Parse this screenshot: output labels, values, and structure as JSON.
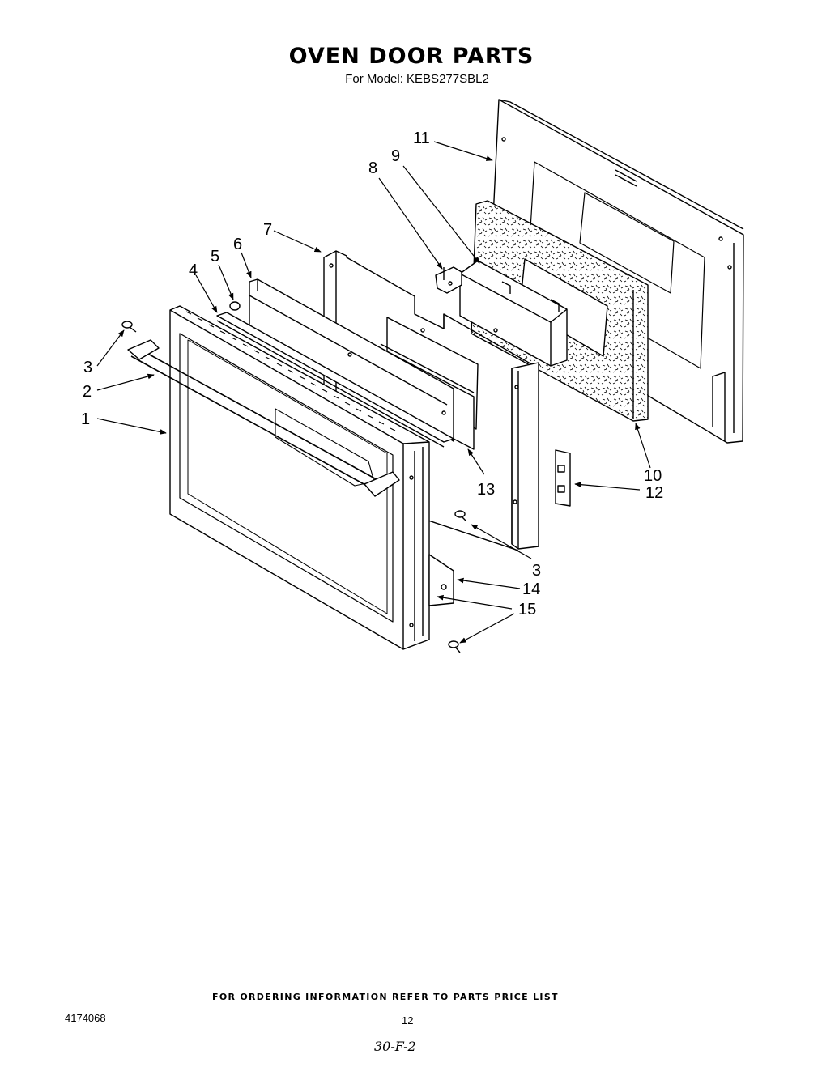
{
  "title": "OVEN DOOR PARTS",
  "subtitle": "For Model: KEBS277SBL2",
  "callouts": [
    "1",
    "2",
    "3",
    "3",
    "4",
    "5",
    "6",
    "7",
    "8",
    "9",
    "10",
    "11",
    "12",
    "13",
    "14",
    "15"
  ],
  "footer_note": "FOR ORDERING INFORMATION REFER TO PARTS PRICE LIST",
  "document_number": "4174068",
  "page_number": "12",
  "handwritten_note": "30-F-2"
}
